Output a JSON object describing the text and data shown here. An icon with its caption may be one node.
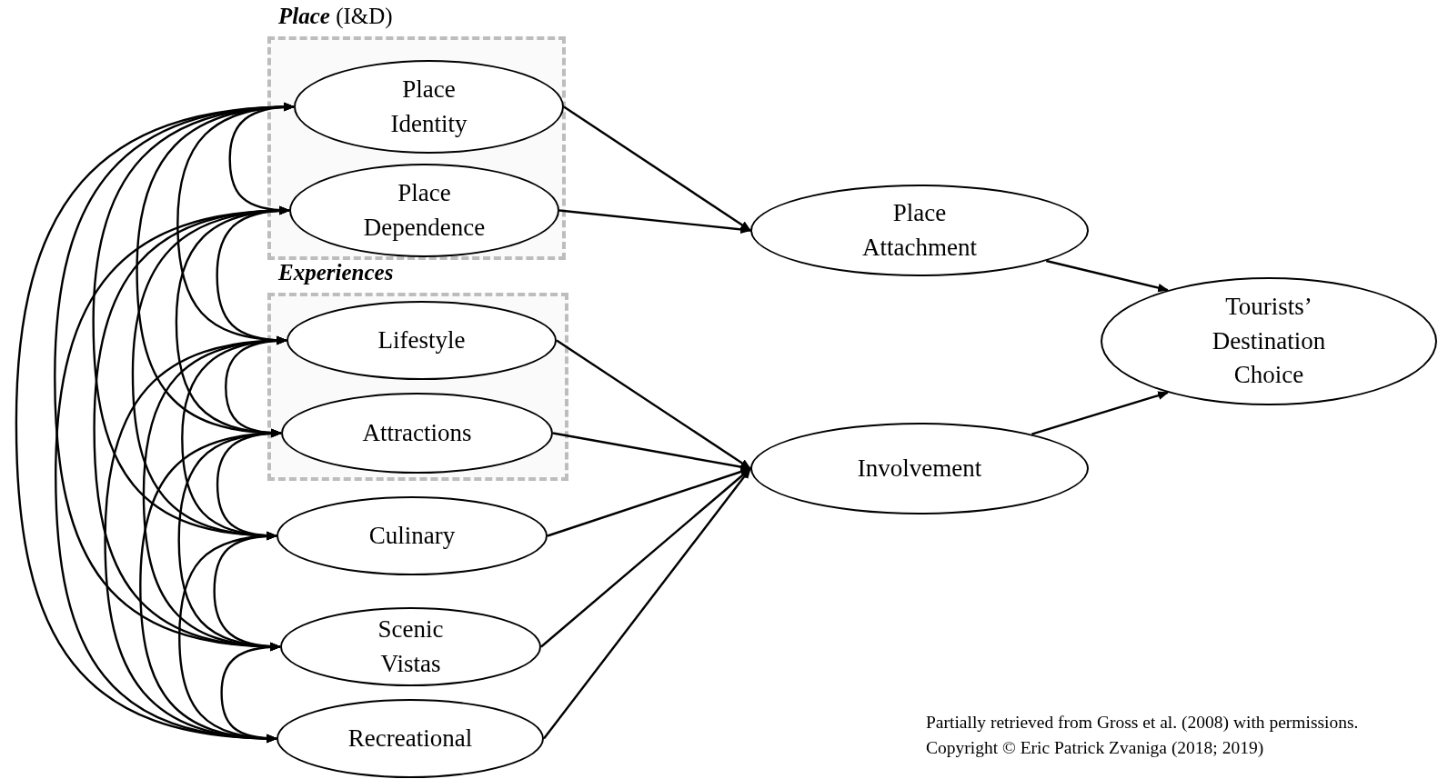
{
  "diagram": {
    "nodes": [
      {
        "text": [
          "**Place** (I&D)"
        ]
      },
      {
        "text": [
          "Place Identity"
        ],
        "in": 0
      },
      {
        "text": [
          "Place Dependence"
        ],
        "in": 0
      },
      {
        "text": [
          "Experiences"
        ]
      },
      {
        "text": [
          "Lifestyle"
        ],
        "in": 3
      },
      {
        "text": [
          "Attractions"
        ],
        "in": 3
      },
      {
        "text": [
          "Culinary"
        ]
      },
      {
        "text": [
          "Scenic Vistas"
        ]
      },
      {
        "text": [
          "Recreational"
        ]
      },
      {
        "text": [
          "Place Attachment"
        ]
      },
      {
        "text": [
          "Involvement"
        ]
      },
      {
        "text": [
          "Tourists’ Destination Choice"
        ]
      }
    ],
    "edges": [
      {
        "from": 1,
        "to": 9,
        "arrow": "to"
      },
      {
        "from": 2,
        "to": 9,
        "arrow": "to"
      },
      {
        "from": 4,
        "to": 10,
        "arrow": "to"
      },
      {
        "from": 5,
        "to": 10,
        "arrow": "to"
      },
      {
        "from": 6,
        "to": 10,
        "arrow": "to"
      },
      {
        "from": 7,
        "to": 10,
        "arrow": "to"
      },
      {
        "from": 8,
        "to": 10,
        "arrow": "to"
      },
      {
        "from": 9,
        "to": 11,
        "arrow": "to"
      },
      {
        "from": 10,
        "to": 11,
        "arrow": "to"
      },
      {
        "from": 1,
        "to": 2,
        "arrow": "both"
      },
      {
        "from": 1,
        "to": 4,
        "arrow": "both"
      },
      {
        "from": 1,
        "to": 5,
        "arrow": "both"
      },
      {
        "from": 1,
        "to": 6,
        "arrow": "both"
      },
      {
        "from": 1,
        "to": 7,
        "arrow": "both"
      },
      {
        "from": 1,
        "to": 8,
        "arrow": "both"
      },
      {
        "from": 2,
        "to": 4,
        "arrow": "both"
      },
      {
        "from": 2,
        "to": 5,
        "arrow": "both"
      },
      {
        "from": 2,
        "to": 6,
        "arrow": "both"
      },
      {
        "from": 2,
        "to": 7,
        "arrow": "both"
      },
      {
        "from": 2,
        "to": 8,
        "arrow": "both"
      },
      {
        "from": 4,
        "to": 5,
        "arrow": "both"
      },
      {
        "from": 4,
        "to": 6,
        "arrow": "both"
      },
      {
        "from": 4,
        "to": 7,
        "arrow": "both"
      },
      {
        "from": 4,
        "to": 8,
        "arrow": "both"
      },
      {
        "from": 5,
        "to": 6,
        "arrow": "both"
      },
      {
        "from": 5,
        "to": 7,
        "arrow": "both"
      },
      {
        "from": 5,
        "to": 8,
        "arrow": "both"
      },
      {
        "from": 6,
        "to": 7,
        "arrow": "both"
      },
      {
        "from": 6,
        "to": 8,
        "arrow": "both"
      },
      {
        "from": 7,
        "to": 8,
        "arrow": "both"
      }
    ],
    "labels": [
      "Partially retrieved from Gross et al.  (2008) with permissions.",
      "Copyright © Eric Patrick Zvaniga (2018; 2019)"
    ]
  }
}
